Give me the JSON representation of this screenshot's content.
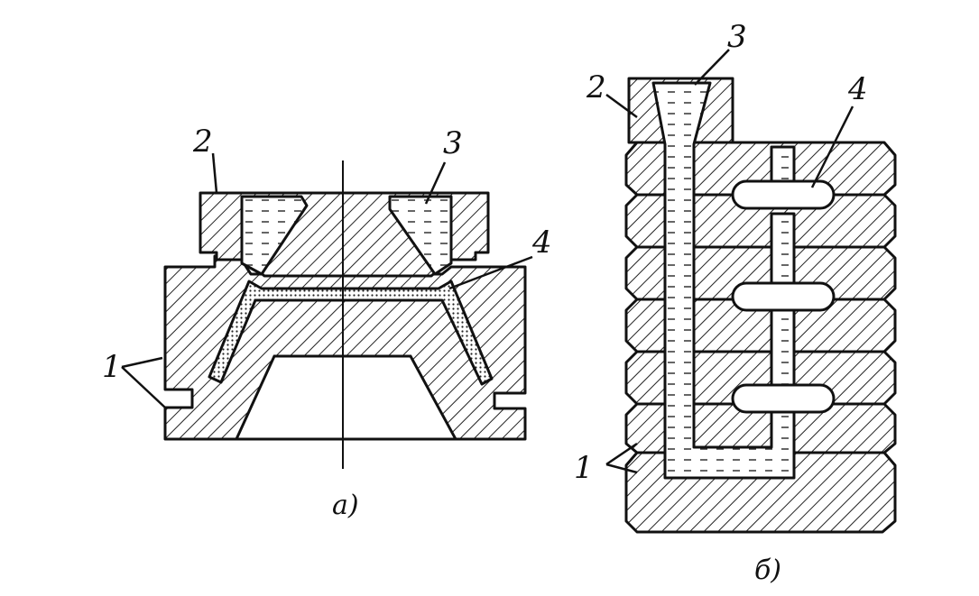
{
  "figure_a": {
    "caption": "a)",
    "labels": {
      "flask_parts": "1",
      "sprue_cup": "2",
      "funnel": "3",
      "gate": "4"
    }
  },
  "figure_b": {
    "caption": "б)",
    "labels": {
      "flask_parts": "1",
      "sprue_cup": "2",
      "funnel": "3",
      "gate": "4"
    }
  }
}
